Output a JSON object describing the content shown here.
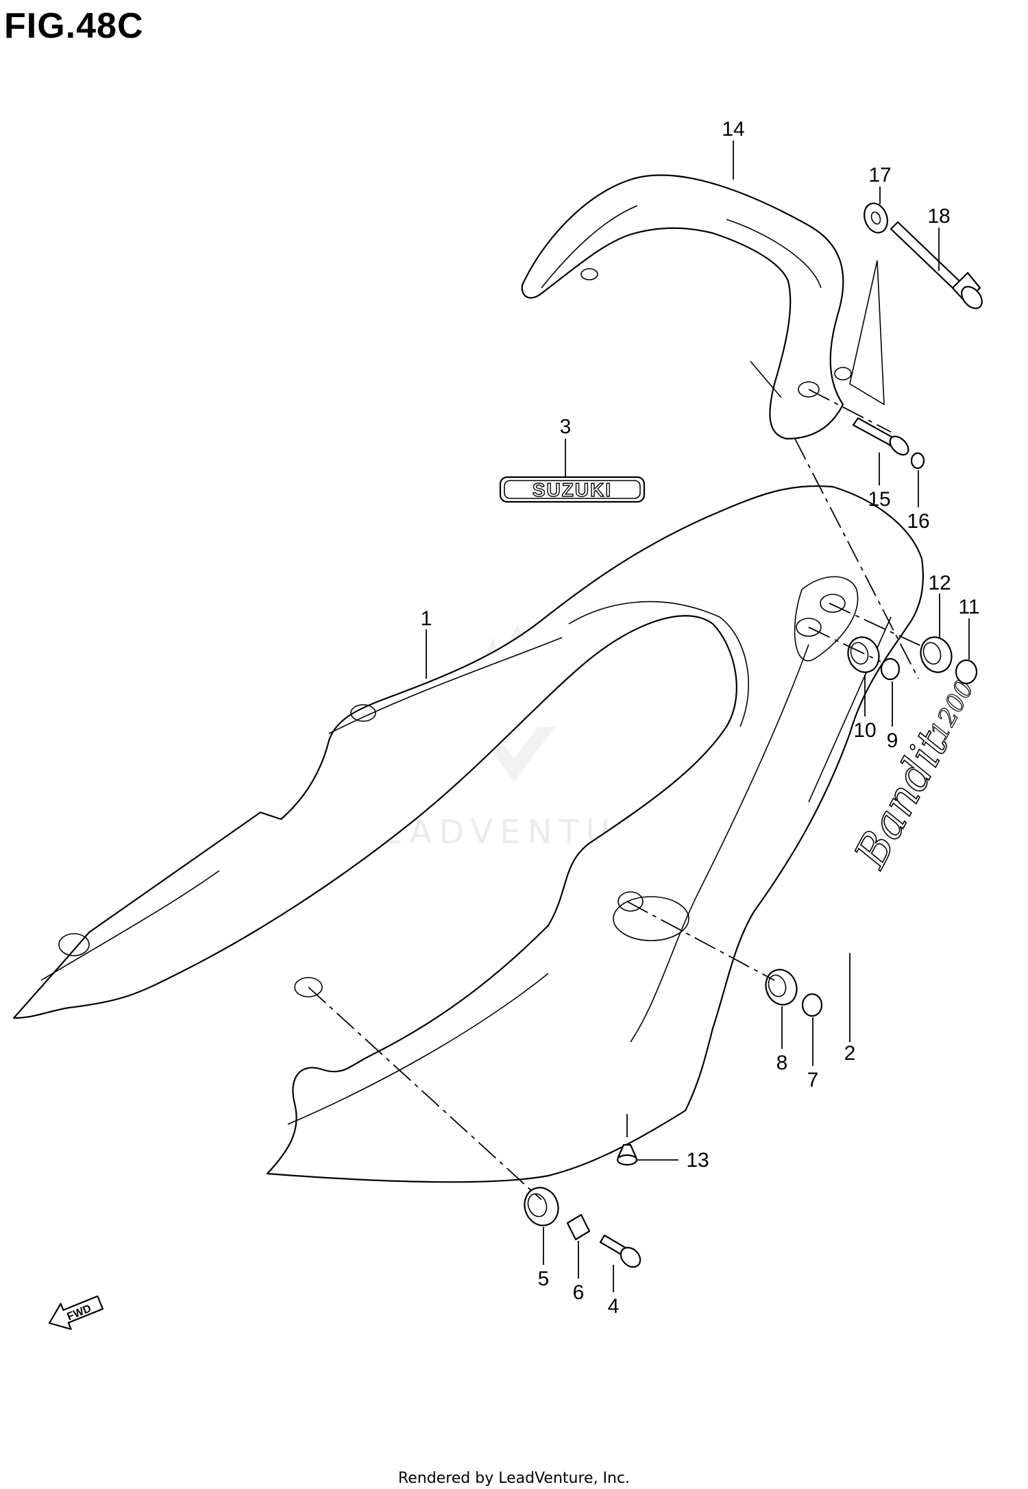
{
  "figure": {
    "title": "FIG.48C"
  },
  "watermark": {
    "text": "LEADVENTURE"
  },
  "labels": {
    "emblem_text": "SUZUKI",
    "bandit_script": "Bandit",
    "bandit_number": "1200",
    "fwd_text": "FWD"
  },
  "callouts": [
    "1",
    "2",
    "3",
    "4",
    "5",
    "6",
    "7",
    "8",
    "9",
    "10",
    "11",
    "12",
    "13",
    "14",
    "15",
    "16",
    "17",
    "18"
  ],
  "footer": {
    "text": "Rendered by LeadVenture, Inc."
  }
}
